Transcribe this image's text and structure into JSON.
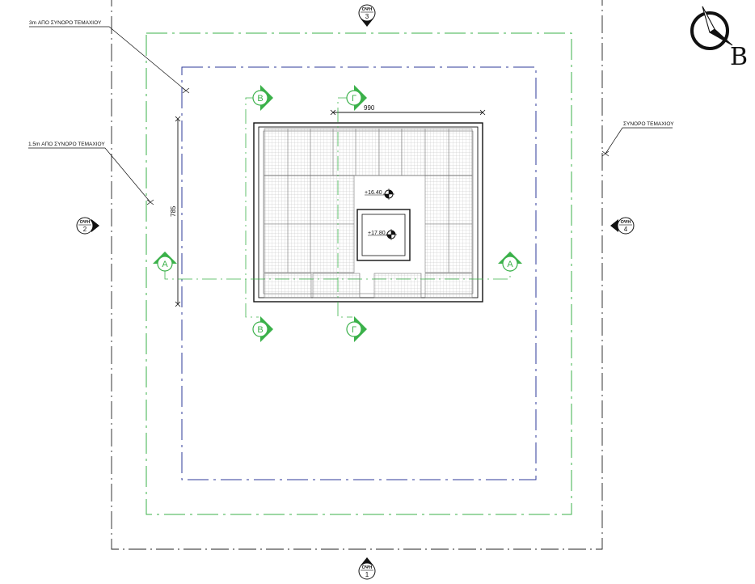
{
  "notes": {
    "setback_3m": "3m ΑΠΟ ΣΥΝΟΡΟ ΤΕΜΑΧΙΟΥ",
    "setback_1_5m": "1.5m ΑΠΟ ΣΥΝΟΡΟ ΤΕΜΑΧΙΟΥ",
    "plot_boundary": "ΣΥΝΟΡΟ ΤΕΜΑΧΙΟΥ"
  },
  "dimensions": {
    "width": "990",
    "depth": "785"
  },
  "elevations": {
    "upper": "+16.40",
    "lower": "+17.80"
  },
  "sections": {
    "a": "Α",
    "b": "Β",
    "c": "Γ"
  },
  "views": [
    {
      "label": "ΟΨΗ",
      "number": "1"
    },
    {
      "label": "ΟΨΗ",
      "number": "2"
    },
    {
      "label": "ΟΨΗ",
      "number": "3"
    },
    {
      "label": "ΟΨΗ",
      "number": "4"
    }
  ],
  "north_label": "B",
  "colors": {
    "plot_boundary": "#222222",
    "setback_green": "#3bb14a",
    "setback_blue": "#2d3a9a",
    "section_marker": "#3bb14a",
    "panel_grid": "#b5b5b5"
  }
}
